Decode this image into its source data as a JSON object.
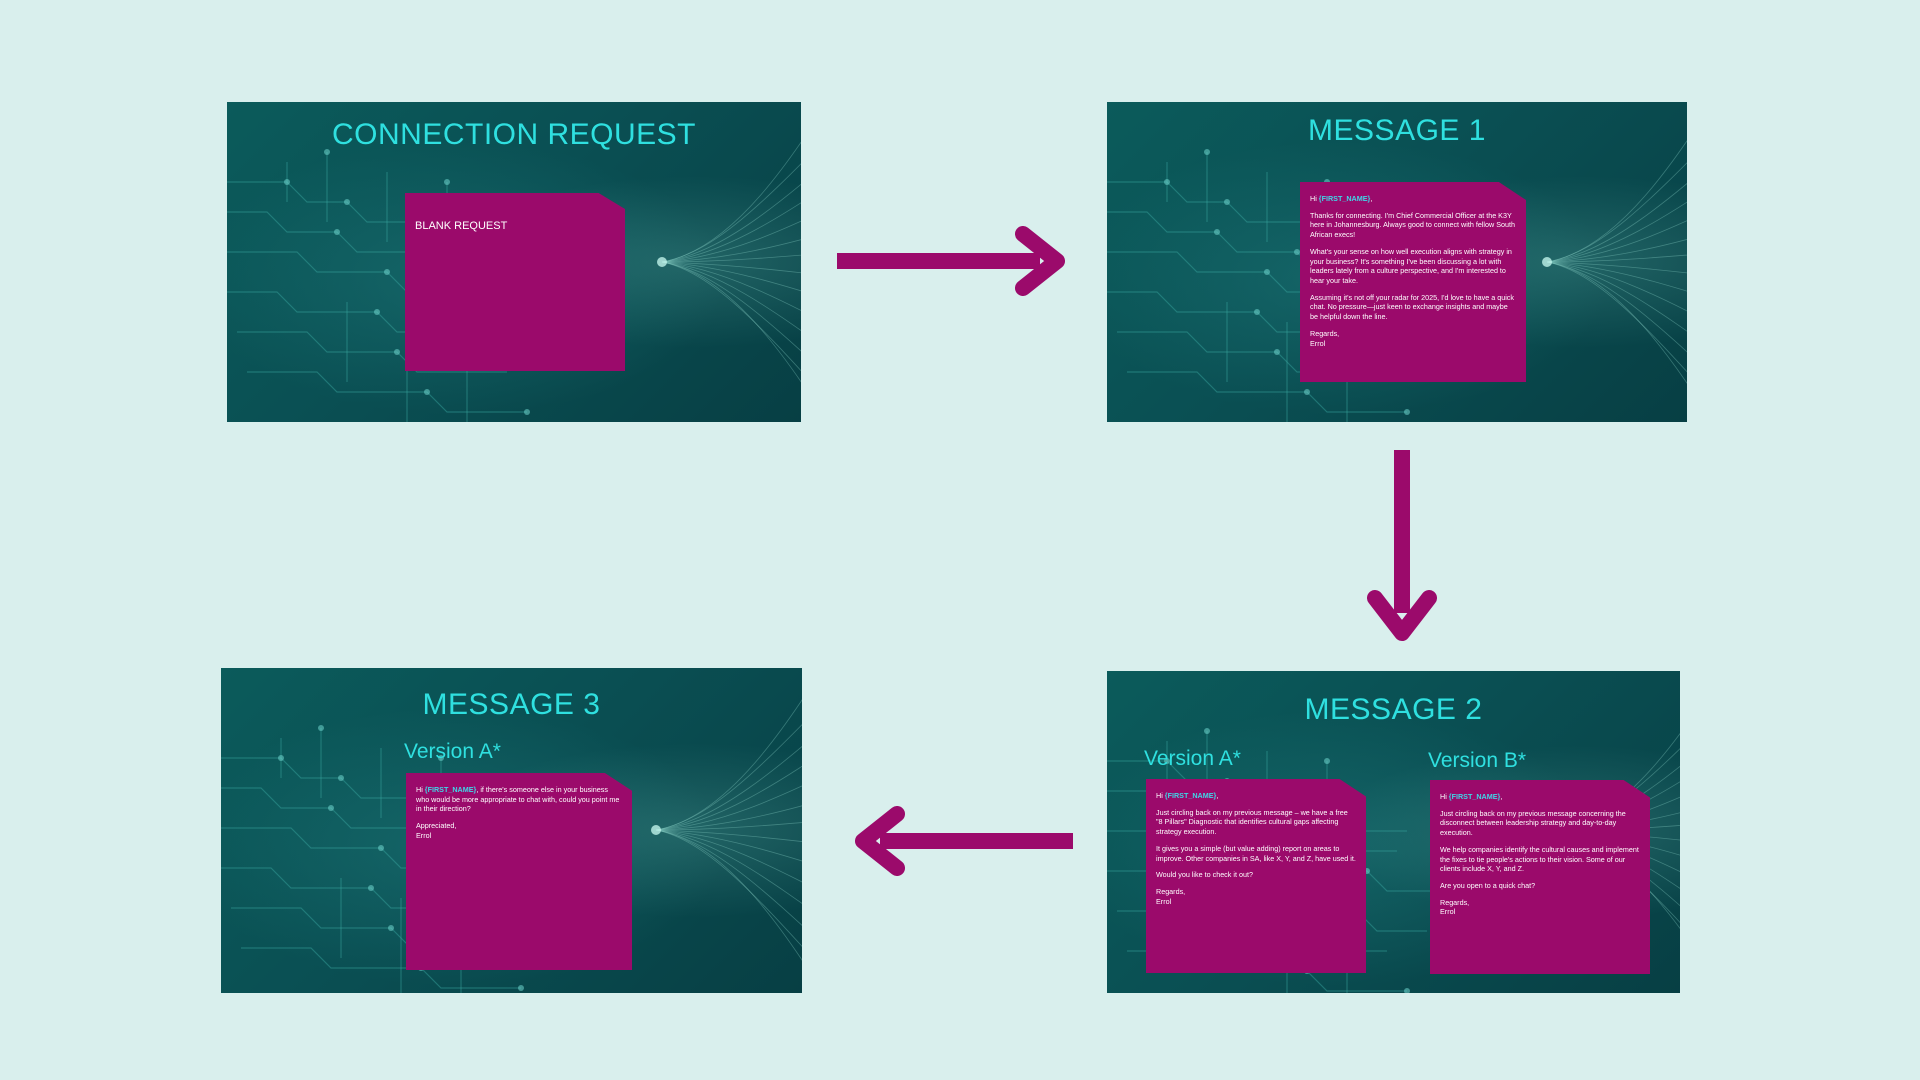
{
  "colors": {
    "background": "#d9efed",
    "slide": "#0b5b5b",
    "card": "#9b0a6b",
    "title": "#2fe0e0",
    "highlight": "#3fd8e8",
    "arrow": "#9b0a6b"
  },
  "slides": {
    "connection_request": {
      "title": "CONNECTION REQUEST",
      "card_text": "BLANK REQUEST"
    },
    "message1": {
      "title": "MESSAGE 1",
      "greeting_prefix": "Hi ",
      "first_name": "{FIRST_NAME}",
      "greeting_suffix": ",",
      "paragraphs": [
        "Thanks for connecting. I'm Chief Commercial Officer at the K3Y here in Johannesburg. Always good to connect with fellow South African execs!",
        "What's your sense on how well execution aligns with strategy in your business? It's something I've been discussing a lot with leaders lately from a culture perspective, and I'm interested to hear your take.",
        "Assuming it's not off your radar for 2025, I'd love to have a quick chat. No pressure—just keen to exchange insights and maybe be helpful down the line.",
        "Regards,\nErrol"
      ]
    },
    "message2": {
      "title": "MESSAGE 2",
      "version_a": {
        "label": "Version A*",
        "greeting_prefix": "Hi ",
        "first_name": "{FIRST_NAME}",
        "greeting_suffix": ",",
        "paragraphs": [
          "Just circling back on my previous message – we have a free \"8 Pillars\" Diagnostic that identifies cultural gaps affecting strategy execution.",
          "It gives you a simple (but value adding) report on areas to improve. Other companies in SA, like X, Y, and Z, have used it.",
          "Would you like to check it out?",
          "Regards,\nErrol"
        ]
      },
      "version_b": {
        "label": "Version B*",
        "greeting_prefix": "Hi ",
        "first_name": "{FIRST_NAME}",
        "greeting_suffix": ",",
        "paragraphs": [
          "Just circling back on my previous message concerning the disconnect between leadership strategy and day-to-day execution.",
          "We help companies identify the cultural causes and implement the fixes to tie people's actions to their vision. Some of our clients include X, Y, and Z.",
          "Are you open to a quick chat?",
          "Regards,\nErrol"
        ]
      }
    },
    "message3": {
      "title": "MESSAGE 3",
      "version_a": {
        "label": "Version A*",
        "greeting_prefix": "Hi ",
        "first_name": "{FIRST_NAME}",
        "greeting_suffix": ", if there's someone else in your business who would be more appropriate to chat with, could you point me in their direction?",
        "paragraphs": [
          "Appreciated,\nErrol"
        ]
      }
    }
  }
}
